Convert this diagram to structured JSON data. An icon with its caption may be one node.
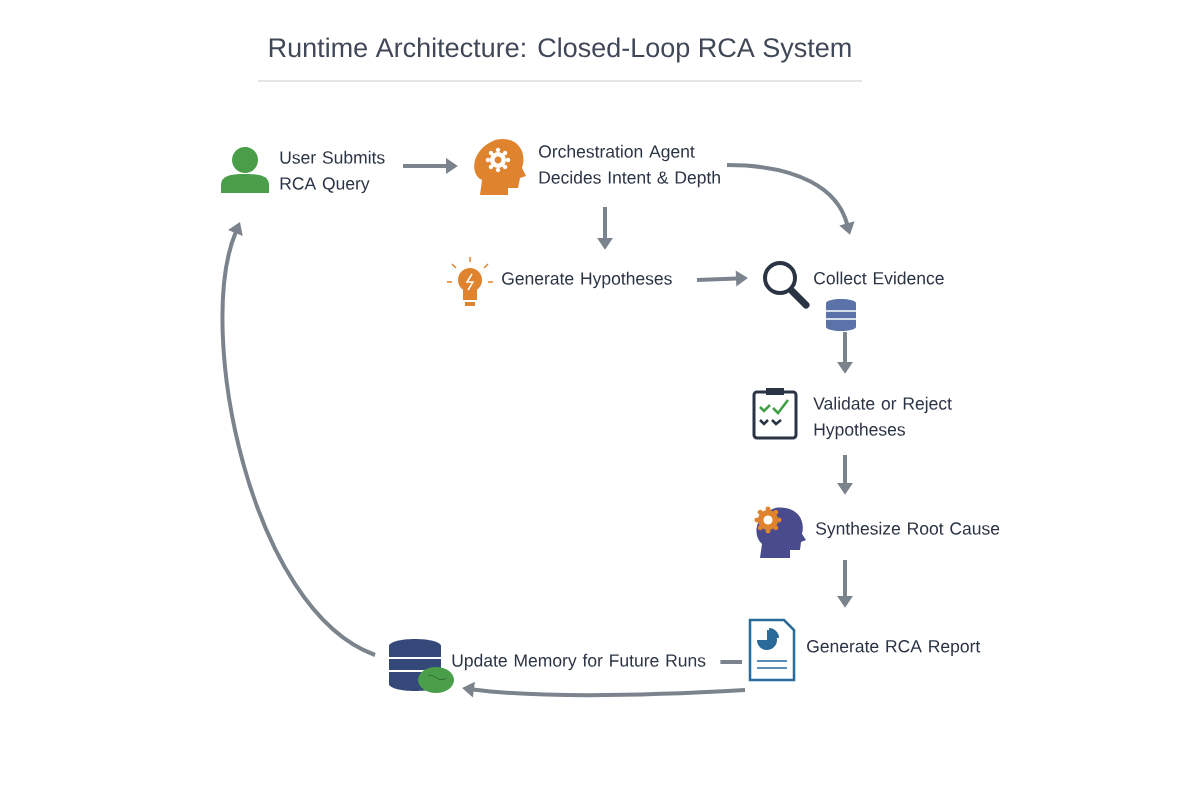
{
  "diagram": {
    "title": "Runtime Architecture: Closed-Loop RCA System",
    "nodes": [
      {
        "text": [
          "User Submits RCA Query"
        ]
      },
      {
        "text": [
          "Orchestration Agent Decides Intent & Depth"
        ]
      },
      {
        "text": [
          "Generate Hypotheses"
        ]
      },
      {
        "text": [
          "Collect Evidence"
        ]
      },
      {
        "text": [
          "Validate or Reject Hypotheses"
        ]
      },
      {
        "text": [
          "Synthesize Root Cause"
        ]
      },
      {
        "text": [
          "Generate RCA Report"
        ]
      },
      {
        "text": [
          "Update Memory for Future Runs"
        ]
      }
    ],
    "edges": [
      {
        "from": 0,
        "to": 1,
        "arrow": "to"
      },
      {
        "from": 1,
        "to": 3,
        "arrow": "to"
      },
      {
        "from": 1,
        "to": 2,
        "arrow": "to"
      },
      {
        "from": 2,
        "to": 3,
        "arrow": "to"
      },
      {
        "from": 3,
        "to": 4,
        "arrow": "to"
      },
      {
        "from": 4,
        "to": 5,
        "arrow": "to"
      },
      {
        "from": 5,
        "to": 6,
        "arrow": "to"
      },
      {
        "from": 7,
        "to": 6,
        "arrow": "none"
      },
      {
        "from": 6,
        "to": 7,
        "arrow": "to"
      },
      {
        "from": 7,
        "to": 0,
        "arrow": "to"
      }
    ]
  }
}
